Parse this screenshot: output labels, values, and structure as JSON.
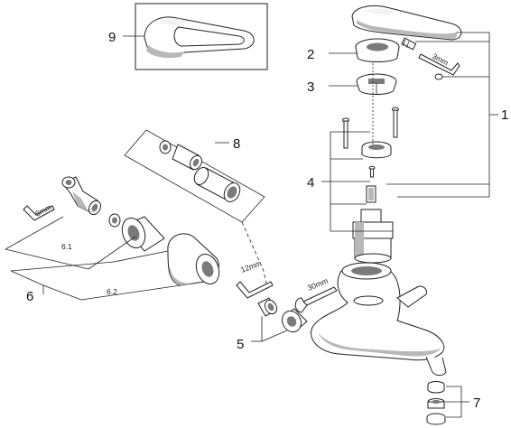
{
  "callouts": {
    "c1": "1",
    "c2": "2",
    "c3": "3",
    "c4": "4",
    "c5": "5",
    "c6": "6",
    "c6_1": "6.1",
    "c6_2": "6.2",
    "c7": "7",
    "c8": "8",
    "c9": "9"
  },
  "tool_sizes": {
    "hex_3mm": "3mm",
    "hex_8mm": "8mm",
    "hex_12mm": "12mm",
    "wrench_30mm": "30mm"
  }
}
